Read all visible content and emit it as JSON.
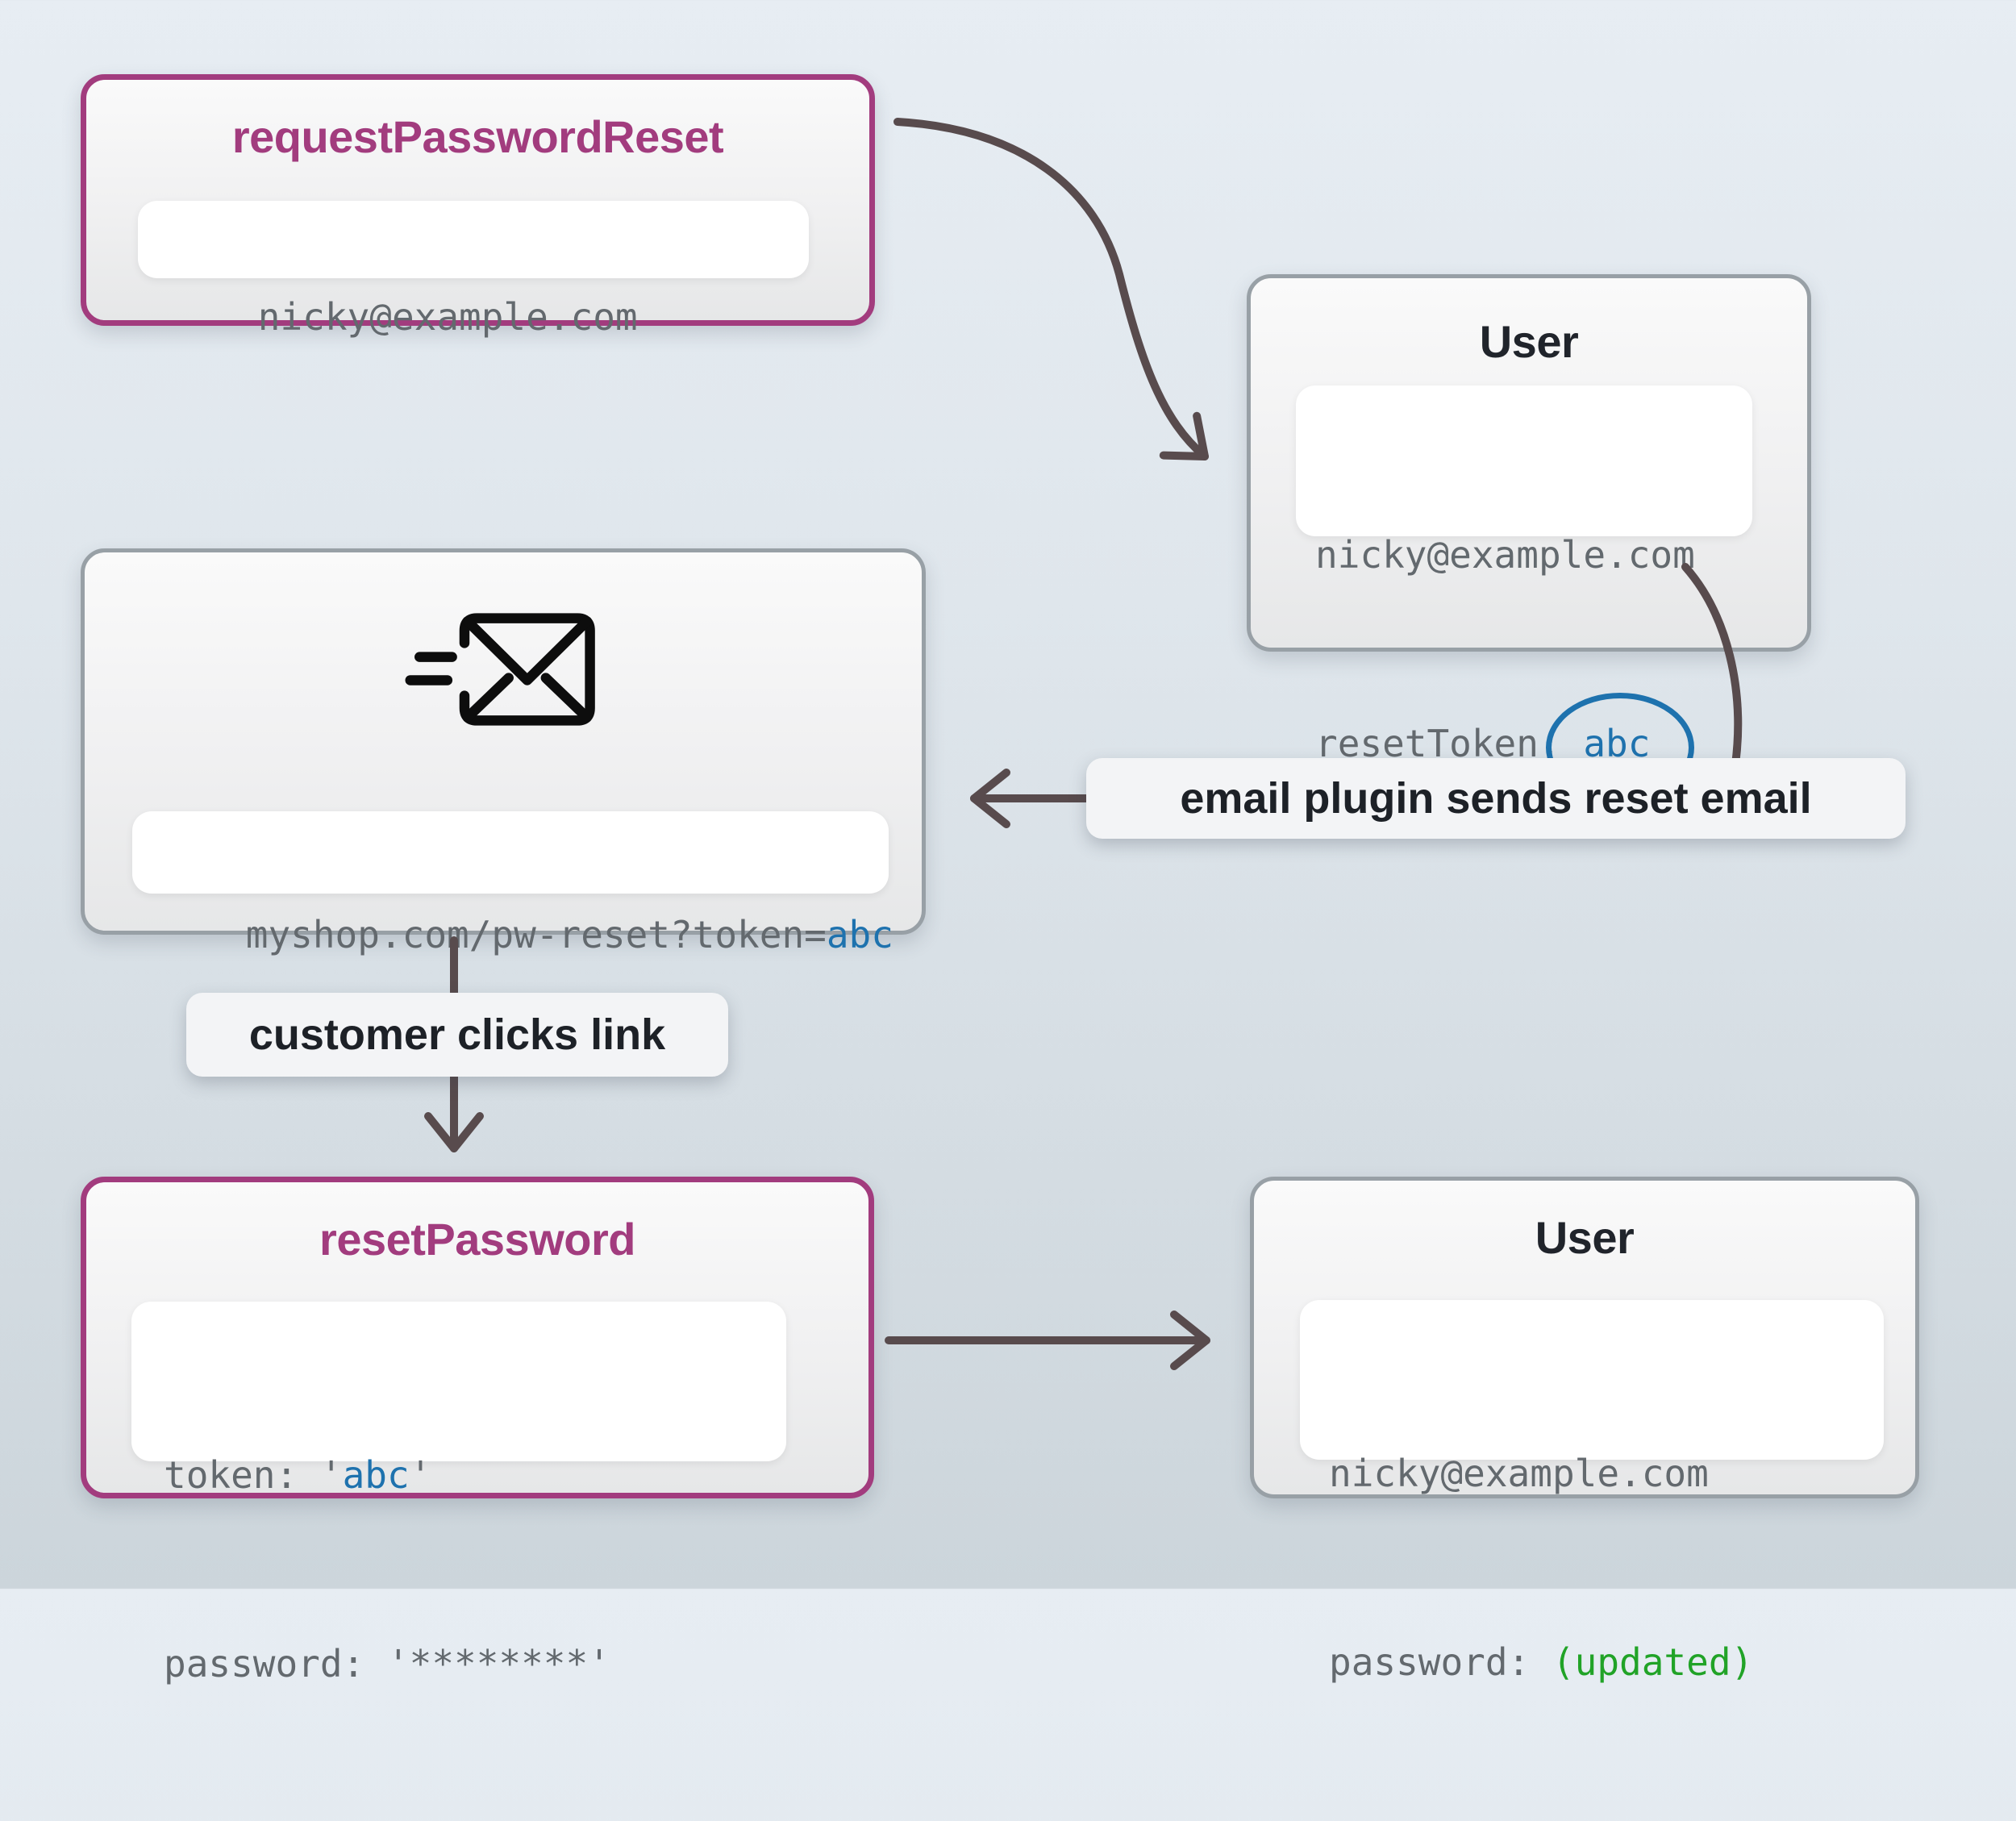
{
  "colors": {
    "accent_purple": "#a23c7e",
    "token_blue": "#1e72ae",
    "updated_green": "#21a327",
    "arrow": "#584b4d",
    "node_border_gray": "#98a0a6",
    "code_gray": "#63696e"
  },
  "request_box": {
    "title": "requestPasswordReset",
    "email": "nicky@example.com"
  },
  "user_top_box": {
    "title": "User",
    "email": "nicky@example.com",
    "token_label": "resetToken: ",
    "token_value": "abc"
  },
  "email_box": {
    "icon": "mail-send-icon",
    "url_prefix": "myshop.com/pw-reset?token=",
    "url_token": "abc"
  },
  "labels": {
    "email_plugin": "email plugin sends reset email",
    "customer_clicks": "customer clicks link"
  },
  "reset_box": {
    "title": "resetPassword",
    "token_label": "token: ",
    "quote": "'",
    "token_value": "abc",
    "password_line": "password: '********'"
  },
  "user_bottom_box": {
    "title": "User",
    "email": "nicky@example.com",
    "password_label": "password: ",
    "password_value": "(updated)"
  }
}
